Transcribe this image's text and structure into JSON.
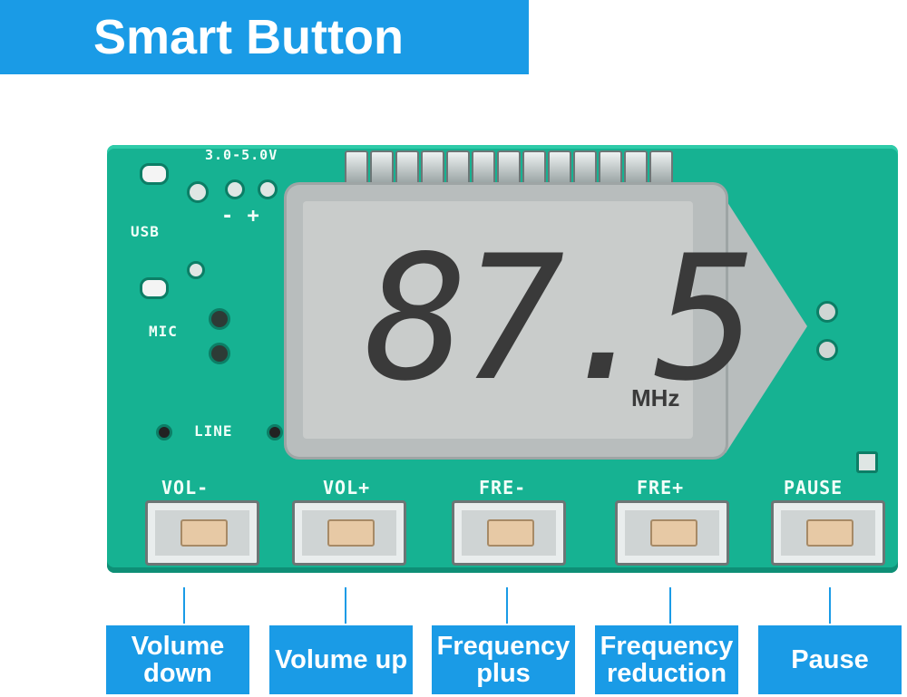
{
  "banner": {
    "title": "Smart Button"
  },
  "board": {
    "silkscreen": {
      "voltage": "3.0-5.0V",
      "polarity": "-  +",
      "usb": "USB",
      "mic": "MIC",
      "line": "LINE",
      "vol_minus": "VOL-",
      "vol_plus": "VOL+",
      "fre_minus": "FRE-",
      "fre_plus": "FRE+",
      "pause": "PAUSE"
    },
    "display": {
      "frequency": "87.5",
      "unit": "MHz"
    }
  },
  "labels": {
    "volume_down": "Volume down",
    "volume_up": "Volume up",
    "frequency_plus": "Frequency plus",
    "frequency_reduction": "Frequency reduction",
    "pause": "Pause"
  },
  "colors": {
    "accent": "#1a9be6",
    "pcb": "#16b292",
    "lcd": "#c9cccb"
  }
}
